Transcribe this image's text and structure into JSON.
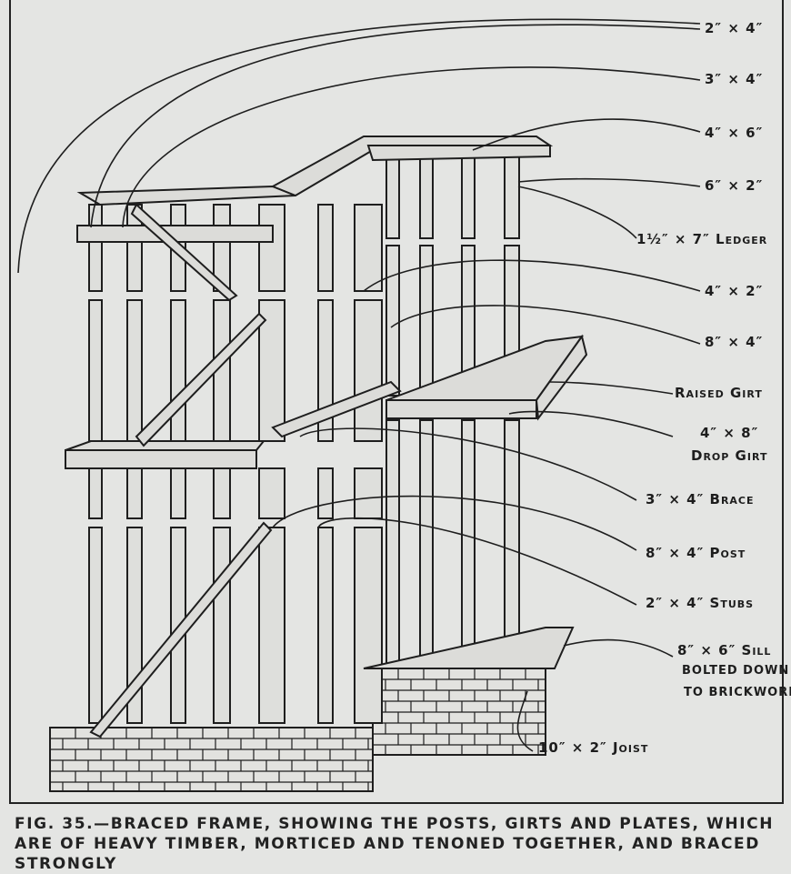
{
  "figure": {
    "labels": {
      "l1": "2″ × 4″",
      "l2": "3″ × 4″",
      "l3": "4″ × 6″",
      "l4": "6″ × 2″",
      "l5": "1½″ × 7″ Ledger",
      "l6": "4″ × 2″",
      "l7": "8″ × 4″",
      "l8": "Raised Girt",
      "l9a": "4″ × 8″",
      "l9b": "Drop Girt",
      "l10": "3″ × 4″ Brace",
      "l11": "8″ × 4″ Post",
      "l12": "2″ × 4″ Stubs",
      "l13a": "8″ × 6″ Sill",
      "l13b": "bolted down",
      "l13c": "to Brickwork",
      "l14": "10″ × 2″ Joist"
    },
    "caption": "Fig. 35.—Braced frame, showing the posts, girts and plates, which are of heavy timber, morticed and tenoned together, and braced strongly"
  }
}
